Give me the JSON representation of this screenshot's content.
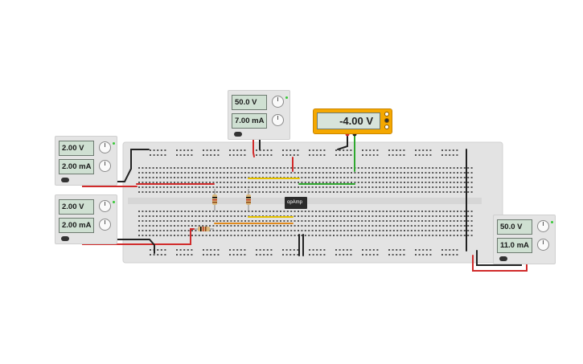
{
  "supplies": {
    "top": {
      "voltage": "50.0 V",
      "current": "7.00 mA"
    },
    "left_upper": {
      "voltage": "2.00 V",
      "current": "2.00 mA"
    },
    "left_lower": {
      "voltage": "2.00 V",
      "current": "2.00 mA"
    },
    "right": {
      "voltage": "50.0 V",
      "current": "11.0 mA"
    }
  },
  "multimeter": {
    "reading": "-4.00 V"
  },
  "chip": {
    "label": "opAmp"
  },
  "colors": {
    "red_wire": "#d12b2b",
    "black_wire": "#222222",
    "green_wire": "#2fa82f",
    "yellow_wire": "#e6c200",
    "orange_wire": "#e08a1e"
  }
}
